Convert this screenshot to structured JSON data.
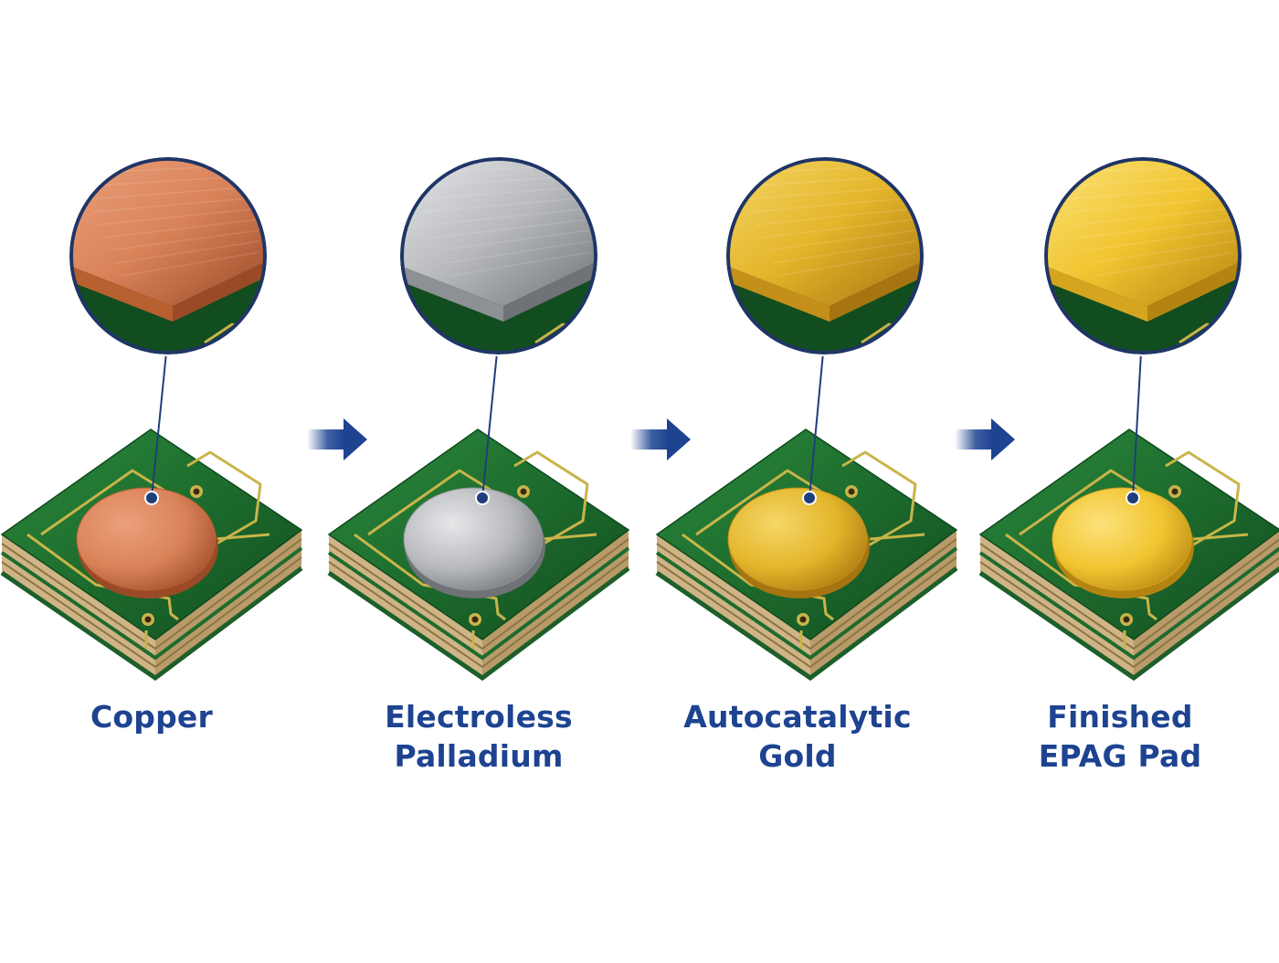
{
  "diagram": {
    "steps": [
      {
        "id": "copper",
        "label_lines": [
          "Copper"
        ],
        "finish": {
          "base": "#d9825a",
          "light": "#eba07a",
          "dark": "#9a4a26",
          "edge": "#b8602f"
        }
      },
      {
        "id": "palladium",
        "label_lines": [
          "Electroless",
          "Palladium"
        ],
        "finish": {
          "base": "#b7b9bc",
          "light": "#e6e7e9",
          "dark": "#6f7277",
          "edge": "#8d9095"
        }
      },
      {
        "id": "autocatalytic-gold",
        "label_lines": [
          "Autocatalytic",
          "Gold"
        ],
        "finish": {
          "base": "#e3b52a",
          "light": "#f6d768",
          "dark": "#a67410",
          "edge": "#c4901a"
        }
      },
      {
        "id": "finished-epag",
        "label_lines": [
          "Finished",
          "EPAG Pad"
        ],
        "finish": {
          "base": "#f1c531",
          "light": "#fbe27a",
          "dark": "#b48411",
          "edge": "#d6a520"
        }
      }
    ],
    "colors": {
      "label": "#1d4391",
      "arrow": "#1d4391",
      "connector": "#1f3f7a",
      "board_green": "#1e6e2f",
      "board_green_dark": "#114d1f",
      "trace": "#c9b44a",
      "substrate": "#cfb487"
    }
  }
}
